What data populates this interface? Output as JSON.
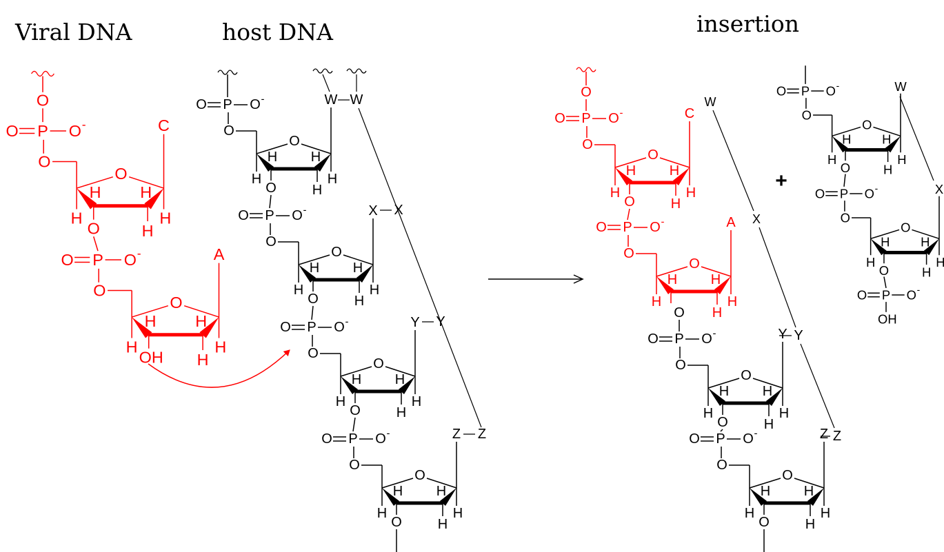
{
  "titles": {
    "viral": "Viral DNA",
    "host": "host DNA",
    "insertion": "insertion"
  },
  "atoms": {
    "O": "O",
    "P": "P",
    "H": "H",
    "OH": "OH",
    "charge": "-"
  },
  "bases": {
    "viral": [
      "C",
      "A"
    ],
    "host": [
      "W",
      "X",
      "Y",
      "Z"
    ],
    "insertion_red": [
      "C",
      "A"
    ],
    "insertion_black": [
      "Y",
      "Z"
    ],
    "insertion_backbone": [
      "W",
      "X"
    ],
    "released": [
      "W",
      "X"
    ]
  },
  "symbols": {
    "plus": "+"
  },
  "colors": {
    "viral": "#ff0000",
    "host": "#000000"
  }
}
